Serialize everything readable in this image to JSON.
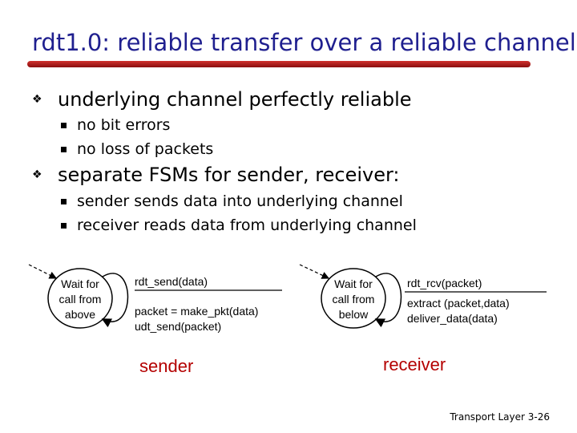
{
  "title": "rdt1.0: reliable transfer over a reliable channel",
  "bullets": [
    {
      "text": "underlying channel perfectly reliable",
      "subs": [
        "no bit errors",
        "no loss of packets"
      ]
    },
    {
      "text": "separate FSMs for sender, receiver:",
      "subs": [
        "sender sends data into underlying channel",
        "receiver reads data from underlying channel"
      ]
    }
  ],
  "bullet_glyph": "❖",
  "sender": {
    "state_lines": [
      "Wait for",
      "call from",
      "above"
    ],
    "event": "rdt_send(data)",
    "actions": [
      "packet = make_pkt(data)",
      "udt_send(packet)"
    ],
    "role_label": "sender"
  },
  "receiver": {
    "state_lines": [
      "Wait for",
      "call from",
      "below"
    ],
    "event": "rdt_rcv(packet)",
    "actions": [
      "extract (packet,data)",
      "deliver_data(data)"
    ],
    "role_label": "receiver"
  },
  "footer": {
    "label": "Transport Layer",
    "page": "3-26"
  },
  "colors": {
    "title": "#1f1f8f",
    "underline": "#b01e1e",
    "role": "#b40000"
  }
}
